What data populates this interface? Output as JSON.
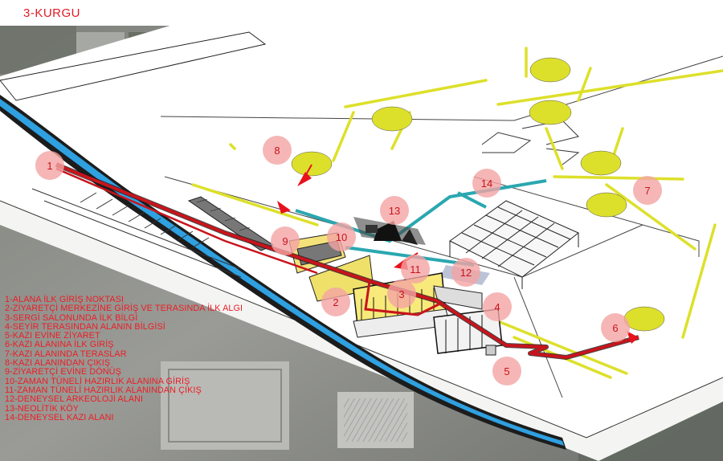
{
  "title": "3-KURGU",
  "legend": [
    "1-ALANA İLK GİRİŞ NOKTASI",
    "2-ZİYARETÇİ MERKEZİNE GİRİŞ VE TERASINDA İLK ALGI",
    "3-SERGİ SALONUNDA İLK BİLGİ",
    "4-SEYİR TERASINDAN ALANIN BİLGİSİ",
    "5-KAZI EVİNE ZİYARET",
    "6-KAZI ALANINA İLK GİRİŞ",
    "7-KAZI ALANINDA TERASLAR",
    "8-KAZI ALANINDAN ÇIKIŞ",
    "9-ZİYARETÇİ EVİNE DÖNÜŞ",
    "10-ZAMAN TÜNELİ HAZIRLIK ALANINA GİRİŞ",
    "11-ZAMAN TÜNELİ HAZIRLIK ALANINDAN ÇIKIŞ",
    "12-DENEYSEL ARKEOLOJİ ALANI",
    "13-NEOLİTİK KÖY",
    "14-DENEYSEL KAZI ALANI"
  ],
  "markers": [
    "1",
    "2",
    "3",
    "4",
    "5",
    "6",
    "7",
    "8",
    "9",
    "10",
    "11",
    "12",
    "13",
    "14"
  ],
  "colors": {
    "route": "#c8141c",
    "cyan_path": "#2aa7b0",
    "yellow_green": "#dde02a",
    "marker": "#f4a4a4",
    "canal": "#2fa0e0",
    "text_red": "#ee1c25"
  }
}
